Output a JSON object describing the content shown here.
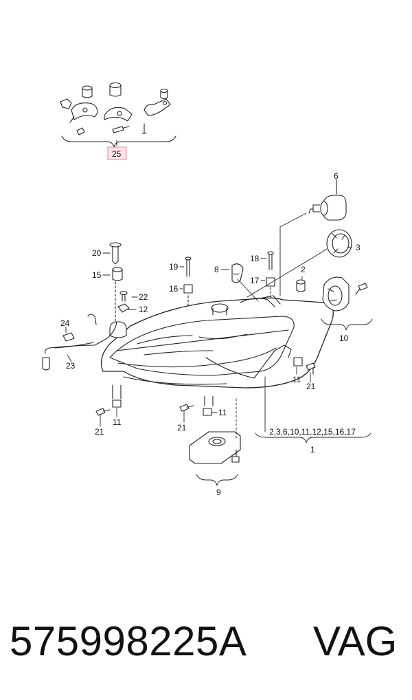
{
  "labels": {
    "l25": "25",
    "l6": "6",
    "l3": "3",
    "l2": "2",
    "l10": "10",
    "l20": "20",
    "l15": "15",
    "l22": "22",
    "l12": "12",
    "l19": "19",
    "l16": "16",
    "l8": "8",
    "l18": "18",
    "l17": "17",
    "l24": "24",
    "l23": "23",
    "l11a": "11",
    "l21a": "21",
    "l11b": "11",
    "l21b": "21",
    "l11c": "11",
    "l21c": "21",
    "l9": "9",
    "group1_list": "2,3,6,10,11,12,15,16,17",
    "l1": "1"
  },
  "footer": {
    "part_number": "575998225A",
    "brand": "VAG"
  },
  "colors": {
    "line": "#222222",
    "callout_box_fill": "#fbe3e8",
    "callout_box_border": "#e08a9a"
  }
}
